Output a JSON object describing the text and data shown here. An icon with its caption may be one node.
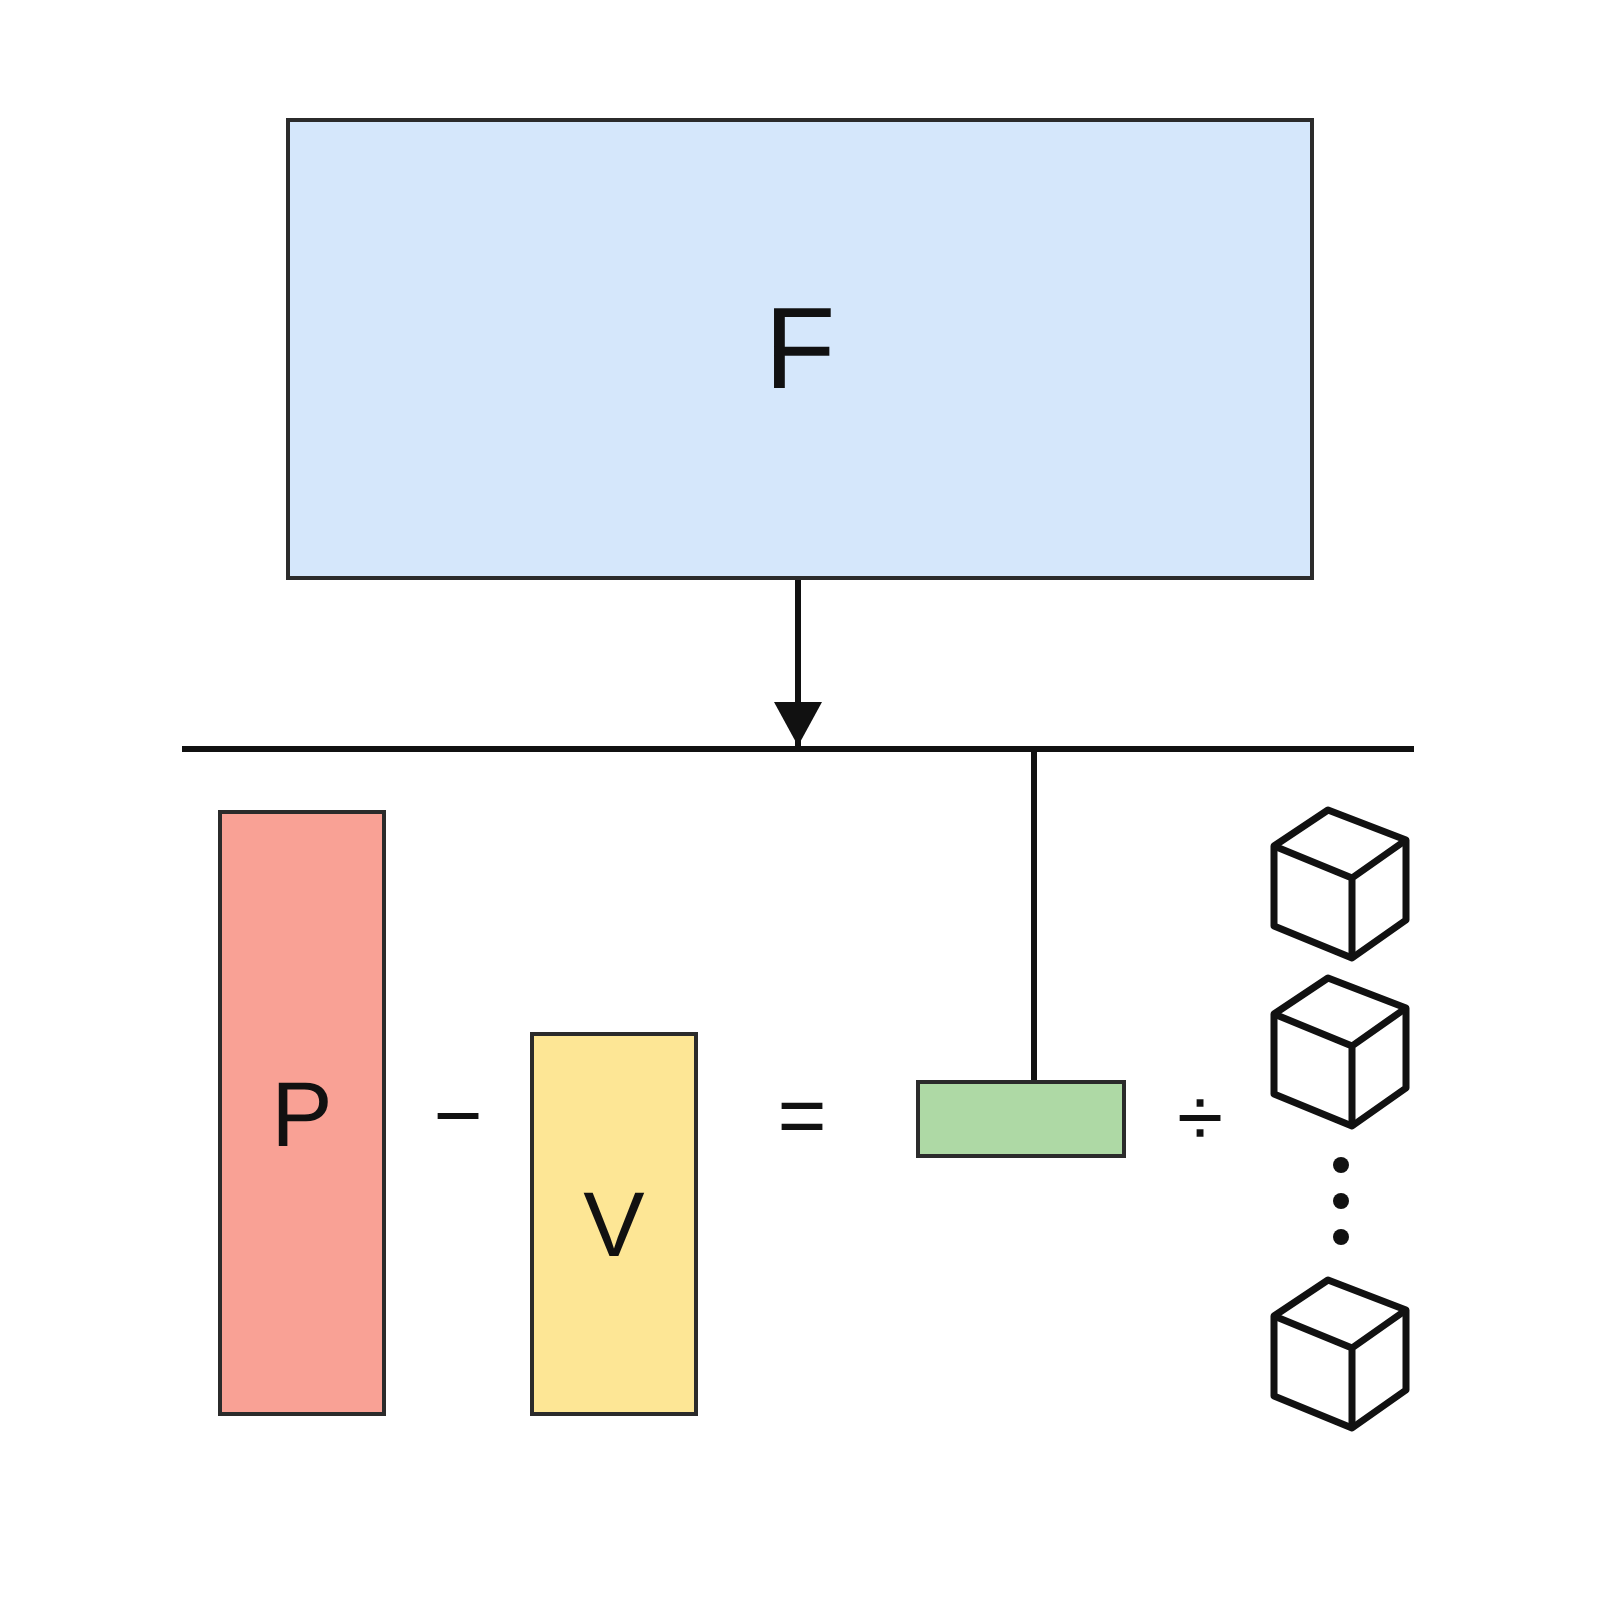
{
  "diagram": {
    "nodes": [
      {
        "text": [
          "F"
        ]
      },
      {
        "text": [],
        "shape": "bar"
      },
      {
        "text": [
          "P"
        ]
      },
      {
        "text": [
          "V"
        ]
      },
      {
        "text": [],
        "shape": "box"
      }
    ],
    "edges": [
      {
        "from": 0,
        "to": 1,
        "arrow": "to"
      },
      {
        "from": 1,
        "to": 4,
        "arrow": "none"
      }
    ],
    "labels": [
      "−",
      "=",
      "÷"
    ]
  }
}
